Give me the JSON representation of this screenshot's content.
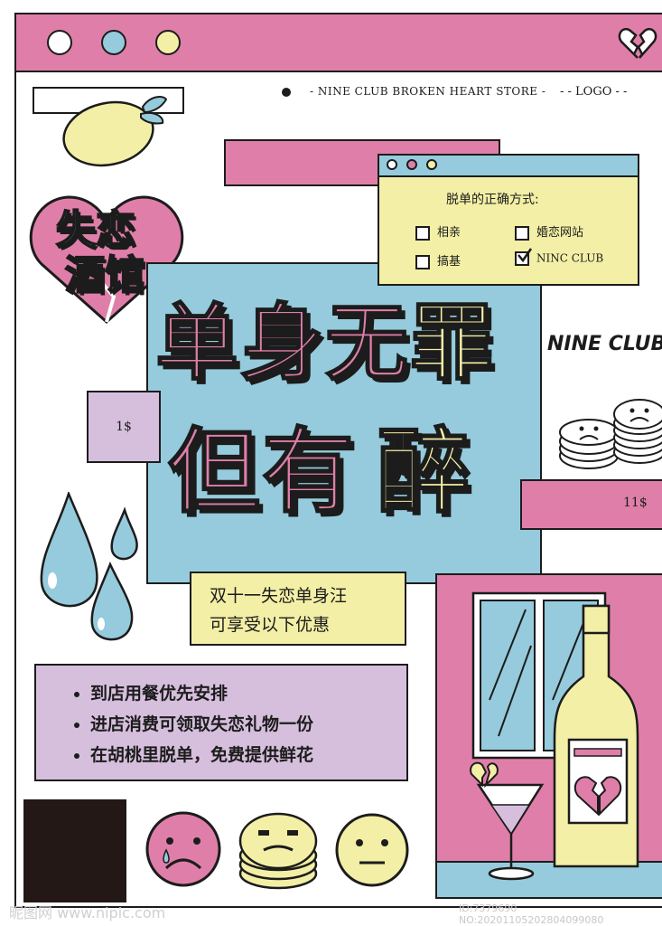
{
  "header": {
    "tagline": "- NINE CLUB BROKEN HEART STORE -",
    "logo": "- - LOGO - -"
  },
  "colors": {
    "pink": "#df7fa9",
    "blue": "#95cbdc",
    "yellow": "#f3efa6",
    "lavender": "#d6bfdd",
    "ink": "#1c1c1c"
  },
  "icons": {
    "window_dots": [
      "circle-white",
      "circle-blue",
      "circle-yellow"
    ],
    "corner": "broken-heart-icon",
    "lemon": "lemon-icon",
    "drops": "water-drops-icon",
    "chips": "sad-face-coins-icon",
    "bottle": "wine-bottle-icon",
    "glass": "cocktail-glass-icon"
  },
  "badge": {
    "line1": "失恋",
    "line2": "酒馆"
  },
  "headline": {
    "line1_a": "单身无",
    "line1_b": "罪",
    "line2_a": "但有",
    "line2_b": "醉"
  },
  "checkbox_window": {
    "title": "脱单的正确方式:",
    "options": [
      {
        "label": "相亲",
        "checked": false
      },
      {
        "label": "婚恋网站",
        "checked": false
      },
      {
        "label": "搞基",
        "checked": false
      },
      {
        "label": "NINC CLUB",
        "checked": true
      }
    ]
  },
  "brand": "NINE CLUB",
  "prices": {
    "left": "1$",
    "right": "11$"
  },
  "promo": {
    "line1": "双十一失恋单身汪",
    "line2": "可享受以下优惠"
  },
  "benefits": [
    "到店用餐优先安排",
    "进店消费可领取失恋礼物一份",
    "在胡桃里脱单，免费提供鲜花"
  ],
  "watermark": {
    "left": "昵图网 www.nipic.com",
    "right": "ID:7379690 NO:20201105202804099080"
  }
}
